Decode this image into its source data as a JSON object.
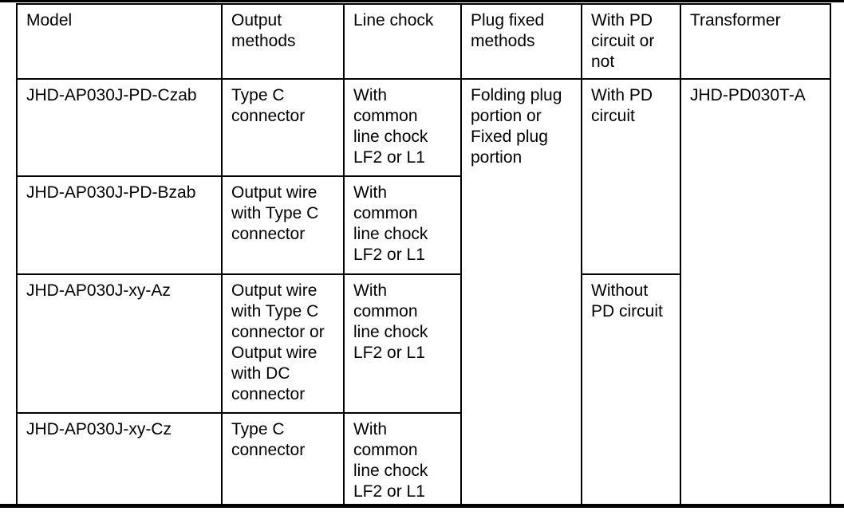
{
  "colors": {
    "background": "#ffffff",
    "border": "#000000",
    "text": "#000000"
  },
  "table": {
    "headers": {
      "model": "Model",
      "output_methods": "Output\nmethods",
      "line_chock": "Line chock",
      "plug_fixed_methods": "Plug fixed\nmethods",
      "pd_circuit_or_not": "With PD\ncircuit or\nnot",
      "transformer": "Transformer"
    },
    "rows": [
      {
        "model": "JHD-AP030J-PD-Czab",
        "output_method": "Type C\nconnector",
        "line_chock": "With\ncommon\nline chock\nLF2 or L1"
      },
      {
        "model": "JHD-AP030J-PD-Bzab",
        "output_method": "Output wire\nwith Type C\nconnector",
        "line_chock": "With\ncommon\nline chock\nLF2 or L1"
      },
      {
        "model": "JHD-AP030J-xy-Az",
        "output_method": "Output wire\nwith Type C\nconnector or\nOutput wire\nwith DC\nconnector",
        "line_chock": "With\ncommon\nline chock\nLF2 or L1"
      },
      {
        "model": "JHD-AP030J-xy-Cz",
        "output_method": "Type C\nconnector",
        "line_chock": "With\ncommon\nline chock\nLF2 or L1"
      }
    ],
    "merged_cells": {
      "plug_fixed_methods": "Folding plug\nportion or\nFixed plug\nportion",
      "with_pd_circuit": "With PD\ncircuit",
      "without_pd_circuit": "Without\nPD circuit",
      "transformer_model": "JHD-PD030T-A"
    }
  }
}
